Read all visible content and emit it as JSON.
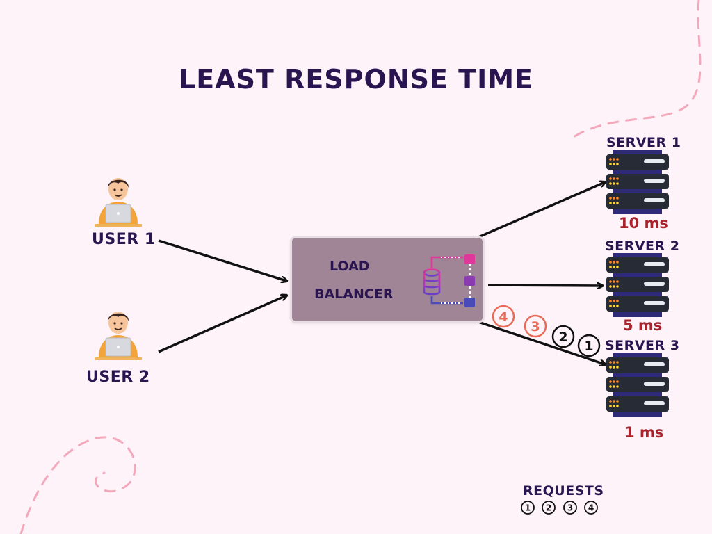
{
  "title": "LEAST RESPONSE TIME",
  "users": [
    {
      "label": "USER 1"
    },
    {
      "label": "USER 2"
    }
  ],
  "load_balancer": {
    "line1": "LOAD",
    "line2": "BALANCER"
  },
  "servers": [
    {
      "label": "SERVER 1",
      "response": "10 ms"
    },
    {
      "label": "SERVER 2",
      "response": "5 ms"
    },
    {
      "label": "SERVER 3",
      "response": "1 ms"
    }
  ],
  "request_markers": [
    "4",
    "3",
    "2",
    "1"
  ],
  "legend": {
    "title": "REQUESTS",
    "items": [
      "1",
      "2",
      "3",
      "4"
    ]
  },
  "colors": {
    "title": "#2b1550",
    "ms": "#a8232c",
    "request_new": "#e86a58",
    "request_old": "#111111",
    "lb_box": "#9f8596"
  }
}
